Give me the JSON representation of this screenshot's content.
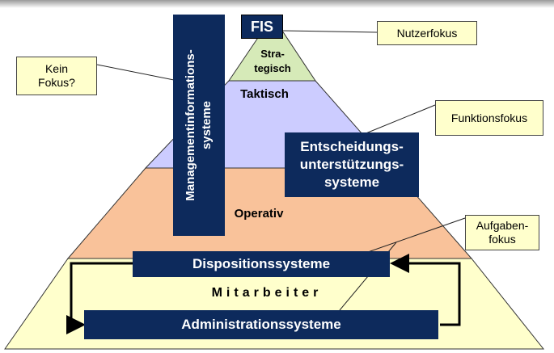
{
  "pyramid": {
    "layers": {
      "strategisch": "Stra-\ntegisch",
      "taktisch": "Taktisch",
      "operativ": "Operativ",
      "mitarbeiter": "Mitarbeiter"
    },
    "colors": {
      "strategisch": "#d6eab8",
      "taktisch": "#ccccff",
      "operativ": "#f9c29a",
      "mitarbeiter": "#ffffcc",
      "systems": "#0d2a5c"
    }
  },
  "systems": {
    "fis": "FIS",
    "mis": "Managementinformations-\nsysteme",
    "eus": "Entscheidungs-\nunterstützungs-\nsysteme",
    "dispositions": "Dispositionssysteme",
    "administrations": "Administrationssysteme"
  },
  "callouts": {
    "nutzerfokus": "Nutzerfokus",
    "kein_fokus": "Kein\nFokus?",
    "funktionsfokus": "Funktionsfokus",
    "aufgabenfokus": "Aufgaben-\nfokus"
  }
}
